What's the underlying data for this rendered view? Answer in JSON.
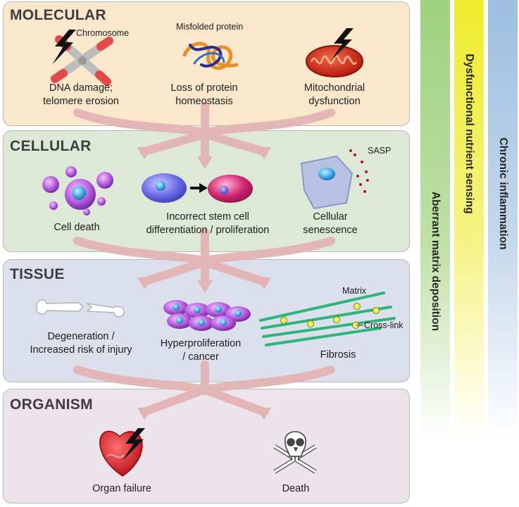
{
  "levels": {
    "molecular": "MOLECULAR",
    "cellular": "CELLULAR",
    "tissue": "TISSUE",
    "organism": "ORGANISM"
  },
  "molecular": {
    "chromosome": "Chromosome",
    "misfolded": "Misfolded protein",
    "dna_1": "DNA damage;",
    "dna_2": "telomere erosion",
    "prot_1": "Loss of protein",
    "prot_2": "homeostasis",
    "mito_1": "Mitochondrial",
    "mito_2": "dysfunction"
  },
  "cellular": {
    "sasp": "SASP",
    "death": "Cell death",
    "stem_1": "Incorrect stem cell",
    "stem_2": "differentiation / proliferation",
    "sen_1": "Cellular",
    "sen_2": "senescence"
  },
  "tissue": {
    "matrix": "Matrix",
    "crosslink": "Cross-link",
    "degen_1": "Degeneration /",
    "degen_2": "Increased risk of injury",
    "hyper_1": "Hyperproliferation",
    "hyper_2": "/ cancer",
    "fibrosis": "Fibrosis"
  },
  "organism": {
    "organ": "Organ failure",
    "death": "Death"
  },
  "bands": {
    "matrix": "Aberrant matrix deposition",
    "nutrient": "Dysfunctional nutrient sensing",
    "inflammation": "Chronic inflammation"
  },
  "colors": {
    "band_green": "#9fd17f",
    "band_yellow": "#f2ef3a",
    "band_blue": "#9ebfe0",
    "arrow": "#e3b4b4"
  }
}
